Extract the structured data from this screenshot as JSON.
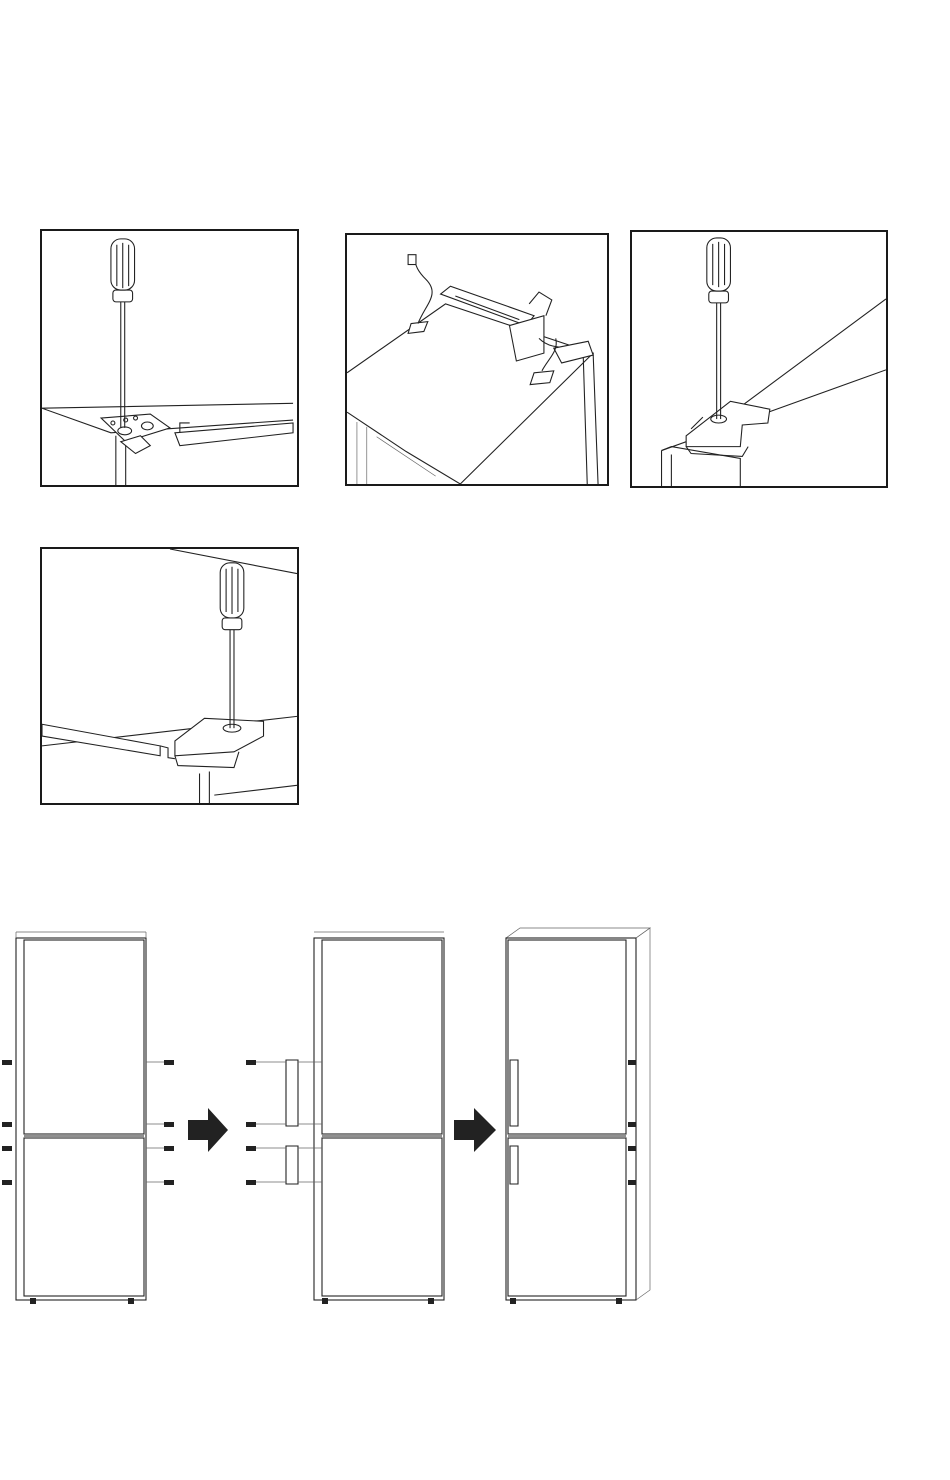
{
  "figures": {
    "step_panels": [
      {
        "id": "p1",
        "icon": "screwdriver-on-top-hinge-left"
      },
      {
        "id": "p2",
        "icon": "top-hinge-bracket-with-cable"
      },
      {
        "id": "p3",
        "icon": "screwdriver-on-hinge-cover-right"
      },
      {
        "id": "p4",
        "icon": "screwdriver-on-hinge-cover-left"
      }
    ],
    "handle_sequence": {
      "stages": [
        "handles-removed",
        "handles-moving",
        "handles-installed-left"
      ],
      "arrow_icon": "right-arrow-icon"
    }
  },
  "colors": {
    "line": "#222222",
    "background": "#ffffff"
  }
}
